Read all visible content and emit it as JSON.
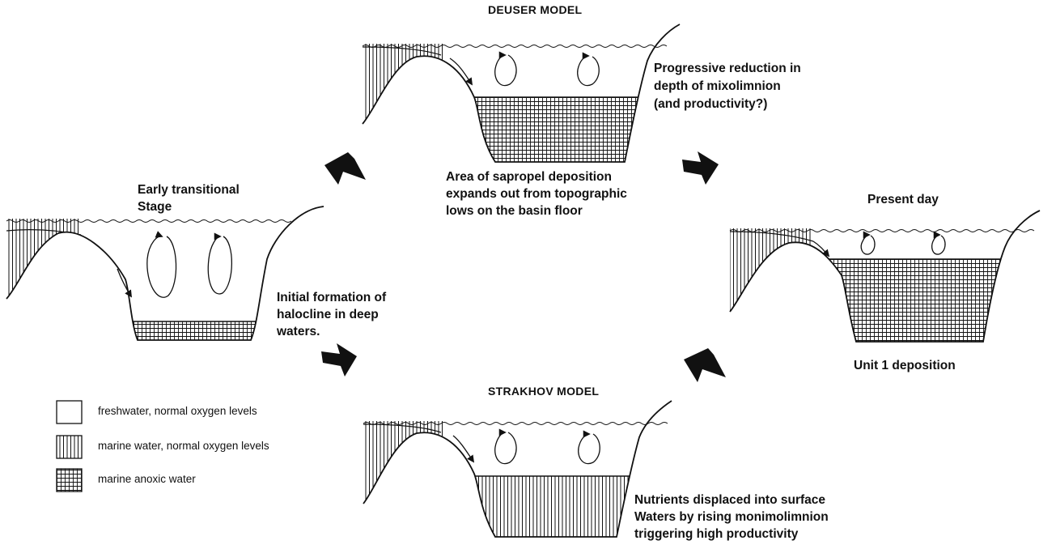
{
  "titles": {
    "deuser": "DEUSER MODEL",
    "strakhov": "STRAKHOV MODEL",
    "early_line1": "Early transitional",
    "early_line2": "Stage",
    "present": "Present day"
  },
  "annotations": {
    "deuser_side": [
      "Progressive reduction in",
      "depth of mixolimnion",
      "(and productivity?)"
    ],
    "deuser_below": [
      "Area of sapropel deposition",
      "expands out from topographic",
      "lows on the basin floor"
    ],
    "early_side": [
      "Initial formation of",
      "halocline in deep",
      "waters."
    ],
    "strakhov_side": [
      "Nutrients displaced into surface",
      "Waters by rising monimolimnion",
      "triggering high productivity"
    ],
    "present_below": "Unit 1 deposition"
  },
  "legend": [
    {
      "key": "fresh",
      "label": "freshwater, normal oxygen levels",
      "pattern": "none"
    },
    {
      "key": "marine",
      "label": "marine water, normal oxygen levels",
      "pattern": "vertical-lines"
    },
    {
      "key": "anoxic",
      "label": "marine anoxic water",
      "pattern": "grid"
    }
  ],
  "colors": {
    "ink": "#111111",
    "background": "#ffffff"
  }
}
